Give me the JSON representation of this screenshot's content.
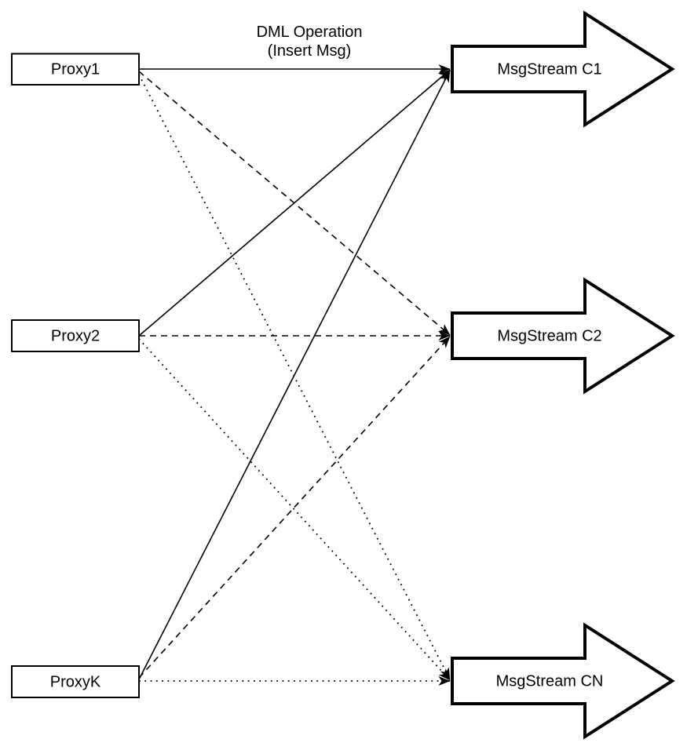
{
  "diagram": {
    "title": {
      "line1": "DML Operation",
      "line2": "(Insert Msg)"
    },
    "proxies": [
      {
        "label": "Proxy1"
      },
      {
        "label": "Proxy2"
      },
      {
        "label": "ProxyK"
      }
    ],
    "streams": [
      {
        "label": "MsgStream C1"
      },
      {
        "label": "MsgStream C2"
      },
      {
        "label": "MsgStream CN"
      }
    ],
    "connections": [
      {
        "from": "Proxy1",
        "to": "MsgStream C1",
        "style": "solid"
      },
      {
        "from": "Proxy2",
        "to": "MsgStream C1",
        "style": "solid"
      },
      {
        "from": "ProxyK",
        "to": "MsgStream C1",
        "style": "solid"
      },
      {
        "from": "Proxy1",
        "to": "MsgStream C2",
        "style": "dashed"
      },
      {
        "from": "Proxy2",
        "to": "MsgStream C2",
        "style": "dashed"
      },
      {
        "from": "ProxyK",
        "to": "MsgStream C2",
        "style": "dashed"
      },
      {
        "from": "Proxy1",
        "to": "MsgStream CN",
        "style": "dotted"
      },
      {
        "from": "Proxy2",
        "to": "MsgStream CN",
        "style": "dotted"
      },
      {
        "from": "ProxyK",
        "to": "MsgStream CN",
        "style": "dotted"
      }
    ],
    "colors": {
      "stroke": "#000000",
      "fill": "#ffffff"
    }
  }
}
